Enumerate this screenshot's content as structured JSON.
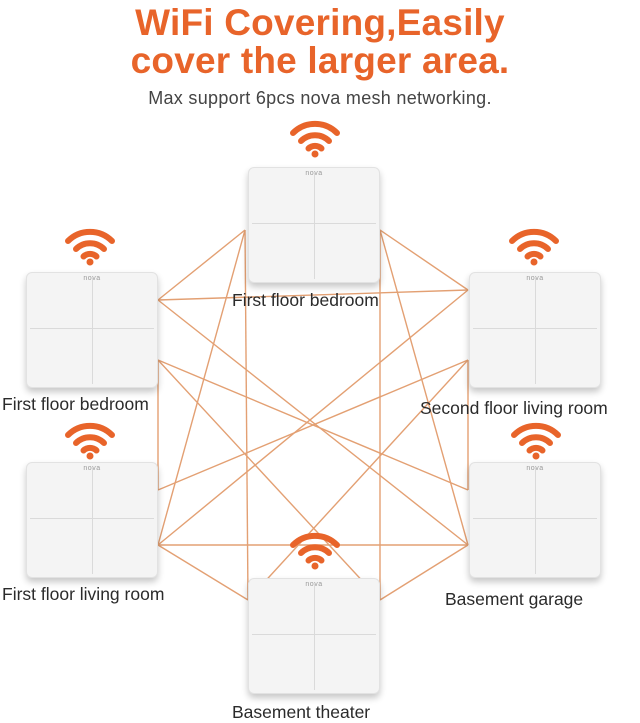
{
  "header": {
    "title_line1": "WiFi Covering,Easily",
    "title_line2": "cover the larger area.",
    "subtitle": "Max support 6pcs nova mesh networking."
  },
  "brand": "nova",
  "colors": {
    "accent": "#e8642a",
    "line": "#e3a073"
  },
  "nodes": [
    {
      "id": "top",
      "label": "First floor bedroom"
    },
    {
      "id": "upper-left",
      "label": "First floor bedroom"
    },
    {
      "id": "upper-right",
      "label": "Second floor living room"
    },
    {
      "id": "lower-left",
      "label": "First floor living room"
    },
    {
      "id": "lower-right",
      "label": "Basement garage"
    },
    {
      "id": "bottom",
      "label": "Basement theater"
    }
  ]
}
